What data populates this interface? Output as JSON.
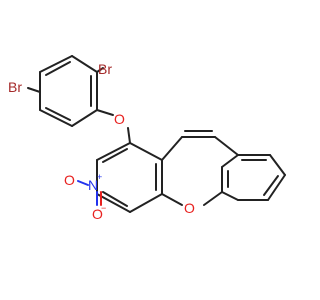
{
  "atoms": {
    "br_top": "Br",
    "br_left": "Br",
    "o_ether": "O",
    "o_ring": "O",
    "n_nitro": "N",
    "n_charge": "+",
    "o_nitro_left": "O",
    "o_nitro_bottom": "O",
    "o_charge": "−"
  },
  "colors": {
    "bond": "#222222",
    "bromine": "#a52a2a",
    "oxygen": "#e8211f",
    "nitrogen": "#2233ee",
    "background": "#ffffff"
  }
}
